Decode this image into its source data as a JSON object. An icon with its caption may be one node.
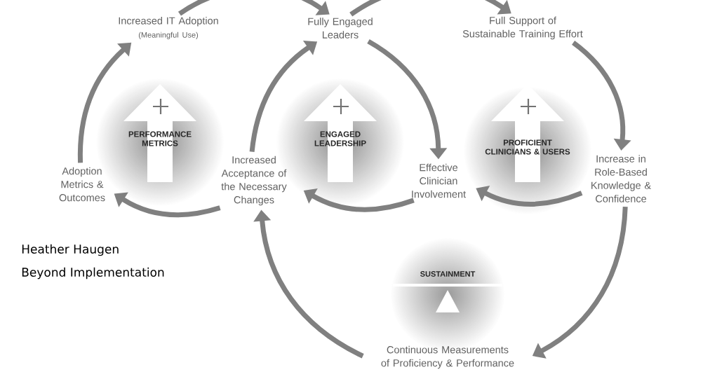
{
  "diagram": {
    "nodes": [
      {
        "text": [
          "Increased IT Adoption",
          "(Meaningful Use)"
        ]
      },
      {
        "text": [
          "Fully Engaged Leaders"
        ]
      },
      {
        "text": [
          "Full Support of Sustainable Training Effort"
        ]
      },
      {
        "text": [
          "Adoption Metrics & Outcomes"
        ]
      },
      {
        "text": [
          "Increased Acceptance of the Necessary Changes"
        ]
      },
      {
        "text": [
          "Effective Clinician Involvement"
        ]
      },
      {
        "text": [
          "Increase in Role-Based Knowledge & Confidence"
        ]
      },
      {
        "text": [
          "Continuous Measurements of Proficiency & Performance"
        ]
      },
      {
        "text": [
          "PERFORMANCE METRICS"
        ]
      },
      {
        "text": [
          "ENGAGED LEADERSHIP"
        ]
      },
      {
        "text": [
          "PROFICIENT CLINICIANS & USERS"
        ]
      },
      {
        "text": [
          "SUSTAINMENT"
        ]
      }
    ],
    "edges": [
      {
        "from": 3,
        "to": 0,
        "arrow": "to"
      },
      {
        "from": 0,
        "to": 1,
        "arrow": "to"
      },
      {
        "from": 4,
        "to": 1,
        "arrow": "to"
      },
      {
        "from": 1,
        "to": 5,
        "arrow": "to"
      },
      {
        "from": 1,
        "to": 2,
        "arrow": "to"
      },
      {
        "from": 2,
        "to": 6,
        "arrow": "to"
      },
      {
        "from": 6,
        "to": 5,
        "arrow": "to"
      },
      {
        "from": 5,
        "to": 4,
        "arrow": "to"
      },
      {
        "from": 4,
        "to": 3,
        "arrow": "to"
      },
      {
        "from": 6,
        "to": 7,
        "arrow": "to"
      },
      {
        "from": 7,
        "to": 4,
        "arrow": "to"
      }
    ],
    "labels": [
      "Heather Haugen",
      "Beyond Implementation"
    ]
  }
}
